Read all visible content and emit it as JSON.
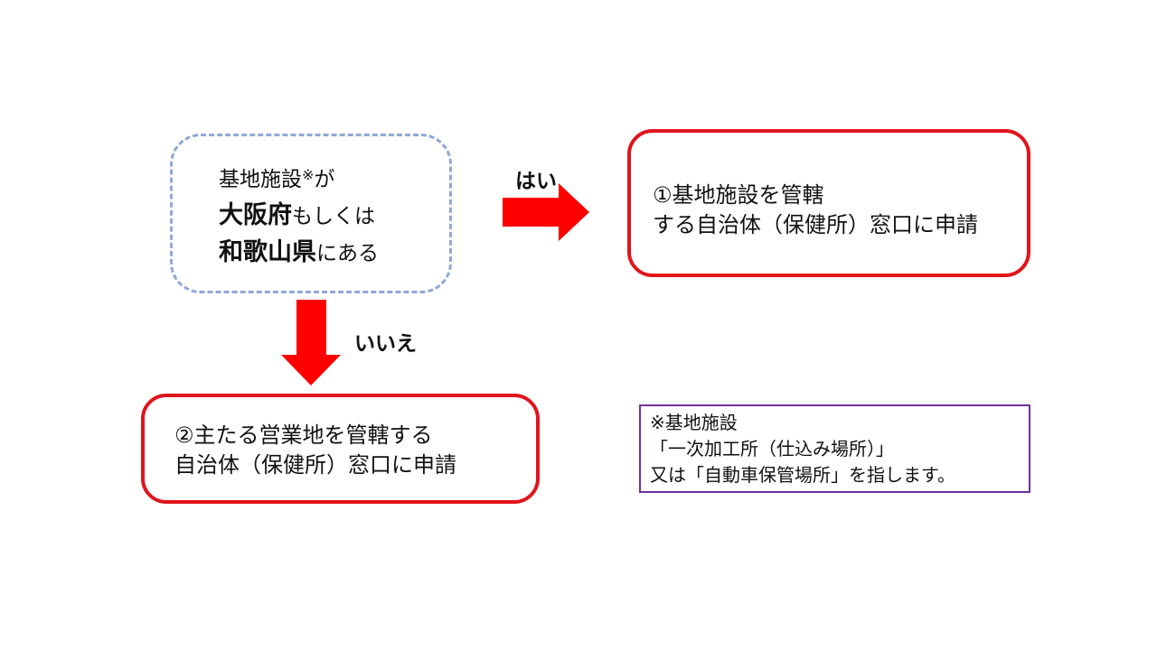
{
  "decision": {
    "line1_text": "基地施設",
    "line1_mark": "※",
    "line1_suffix": "が",
    "line2_bold": "大阪府",
    "line2_text": "もしくは",
    "line3_bold": "和歌山県",
    "line3_text": "にある"
  },
  "branches": {
    "yes_label": "はい",
    "no_label": "いいえ"
  },
  "result_yes": {
    "line1": "①基地施設を管轄",
    "line2": "する自治体（保健所）窓口に申請"
  },
  "result_no": {
    "line1": "②主たる営業地を管轄する",
    "line2": "自治体（保健所）窓口に申請"
  },
  "note": {
    "line1": "※基地施設",
    "line2": "「一次加工所（仕込み場所）」",
    "line3": "又は「自動車保管場所」を指します。"
  },
  "colors": {
    "decision_border": "#8ea9d6",
    "result_border": "#e0141c",
    "arrow_fill": "#ff0000",
    "note_border": "#7030a0"
  }
}
